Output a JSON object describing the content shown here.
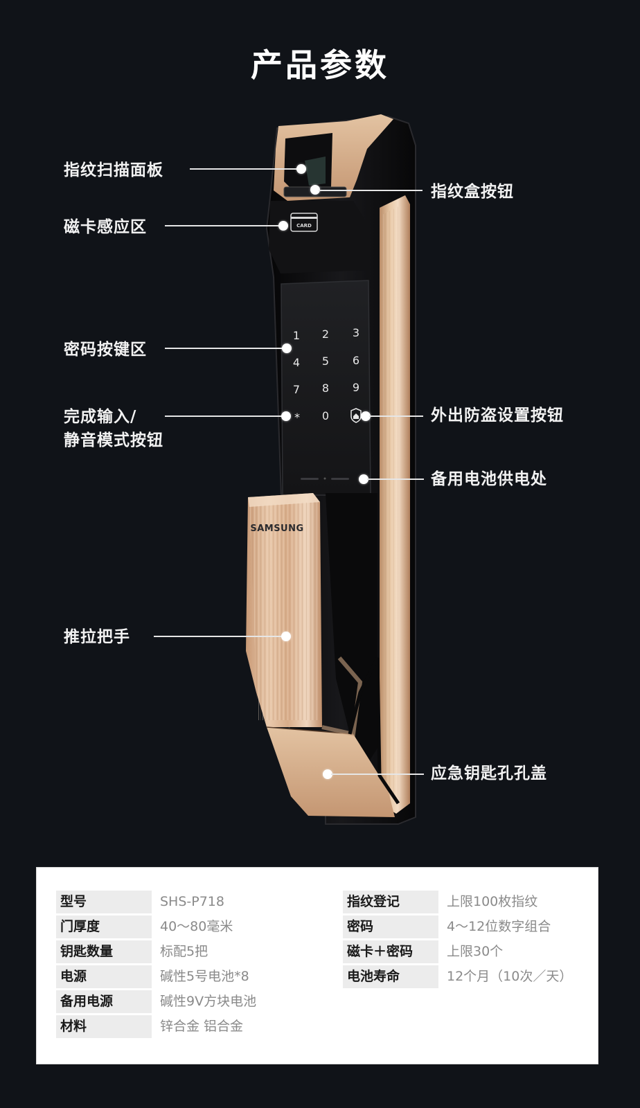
{
  "page": {
    "title": "产品参数"
  },
  "colors": {
    "background": "#101318",
    "gold": "#d9b48f",
    "gold_dark": "#a9805e",
    "lock_body": "#0c0c0e",
    "card_bg": "#ffffff",
    "label_bg": "#ececec",
    "label_text": "#1a1a1a",
    "value_text": "#8a8a8a"
  },
  "lock": {
    "brand": "SAMSUNG",
    "card_icon_text": "CARD",
    "keypad": {
      "keys": [
        "1",
        "2",
        "3",
        "4",
        "5",
        "6",
        "7",
        "8",
        "9",
        "*",
        "0",
        "shield-home"
      ]
    }
  },
  "callouts": {
    "left": [
      {
        "label": "指纹扫描面板"
      },
      {
        "label": "磁卡感应区"
      },
      {
        "label": "密码按键区"
      },
      {
        "label_line1": "完成输入/",
        "label_line2": "静音模式按钮"
      },
      {
        "label": "推拉把手"
      }
    ],
    "right": [
      {
        "label": "指纹盒按钮"
      },
      {
        "label": "外出防盗设置按钮"
      },
      {
        "label": "备用电池供电处"
      },
      {
        "label": "应急钥匙孔孔盖"
      }
    ]
  },
  "specs": {
    "left": [
      {
        "label": "型号",
        "value": "SHS-P718"
      },
      {
        "label": "门厚度",
        "value": "40～80毫米"
      },
      {
        "label": "钥匙数量",
        "value": "标配5把"
      },
      {
        "label": "电源",
        "value": "碱性5号电池*8"
      },
      {
        "label": "备用电源",
        "value": "碱性9V方块电池"
      },
      {
        "label": "材料",
        "value": "锌合金 铝合金"
      }
    ],
    "right": [
      {
        "label": "指纹登记",
        "value": "上限100枚指纹"
      },
      {
        "label": "密码",
        "value": "4～12位数字组合"
      },
      {
        "label": "磁卡＋密码",
        "value": "上限30个"
      },
      {
        "label": "电池寿命",
        "value": "12个月（10次／天）"
      }
    ]
  }
}
